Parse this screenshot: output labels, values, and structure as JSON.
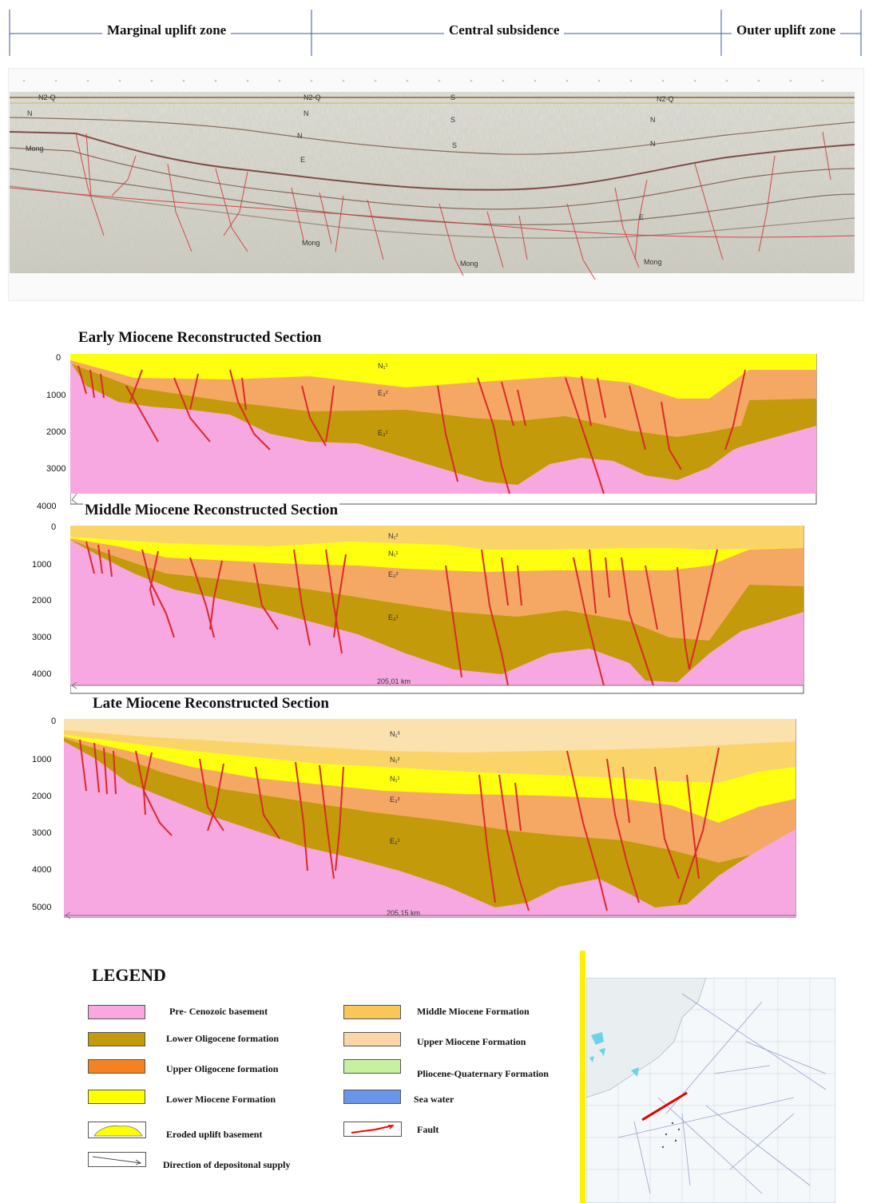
{
  "header": {
    "zones": [
      "Marginal uplift zone",
      "Central subsidence",
      "Outer uplift zone"
    ]
  },
  "seismic": {
    "labels": [
      "N2-Q",
      "N",
      "Mong",
      "N2-Q",
      "N",
      "N",
      "E",
      "S",
      "S",
      "S",
      "N2-Q",
      "N",
      "N",
      "E",
      "Mong",
      "Mong",
      "Mong"
    ]
  },
  "sections": [
    {
      "title": "Early Miocene Reconstructed Section",
      "depth_ticks": [
        "0",
        "1000",
        "2000",
        "3000",
        "4000"
      ],
      "formation_labels": [
        "N₁¹",
        "E₃²",
        "E₃¹"
      ],
      "scale_text": ""
    },
    {
      "title": "Middle Miocene Reconstructed Section",
      "depth_ticks": [
        "0",
        "1000",
        "2000",
        "3000",
        "4000"
      ],
      "formation_labels": [
        "N₁²",
        "N₁¹",
        "E₃²",
        "E₃¹"
      ],
      "scale_text": "205,01 km"
    },
    {
      "title": "Late Miocene Reconstructed Section",
      "depth_ticks": [
        "0",
        "1000",
        "2000",
        "3000",
        "4000",
        "5000"
      ],
      "formation_labels": [
        "N₁³",
        "N₁²",
        "N₁¹",
        "E₃²",
        "E₃¹"
      ],
      "scale_text": "205,15 km"
    }
  ],
  "legend": {
    "title": "LEGEND",
    "items": [
      {
        "label": "Pre- Cenozoic basement",
        "color": "#f7a8e0"
      },
      {
        "label": "Lower Oligocene formation",
        "color": "#c39a0a"
      },
      {
        "label": "Upper Oligocene formation",
        "color": "#f58220"
      },
      {
        "label": "Lower Miocene Formation",
        "color": "#ffff00"
      },
      {
        "label": "Eroded uplift basement",
        "color": "#ffff00"
      },
      {
        "label": "Direction of depositonal supply",
        "color": "#ffffff"
      },
      {
        "label": "Middle Miocene Formation",
        "color": "#f8c75a"
      },
      {
        "label": "Upper Miocene Formation",
        "color": "#fbd5a5"
      },
      {
        "label": "Pliocene-Quaternary Formation",
        "color": "#c8f0a0"
      },
      {
        "label": "Sea water",
        "color": "#6a96ea"
      },
      {
        "label": "Fault",
        "color": "#ff0000"
      }
    ]
  },
  "colors": {
    "basement": "#f7a8e0",
    "lower_oligocene": "#c39a0a",
    "upper_oligocene": "#f5a864",
    "lower_miocene": "#ffff10",
    "middle_miocene": "#fbd469",
    "upper_miocene": "#fbe1ad",
    "fault": "#e02020"
  }
}
